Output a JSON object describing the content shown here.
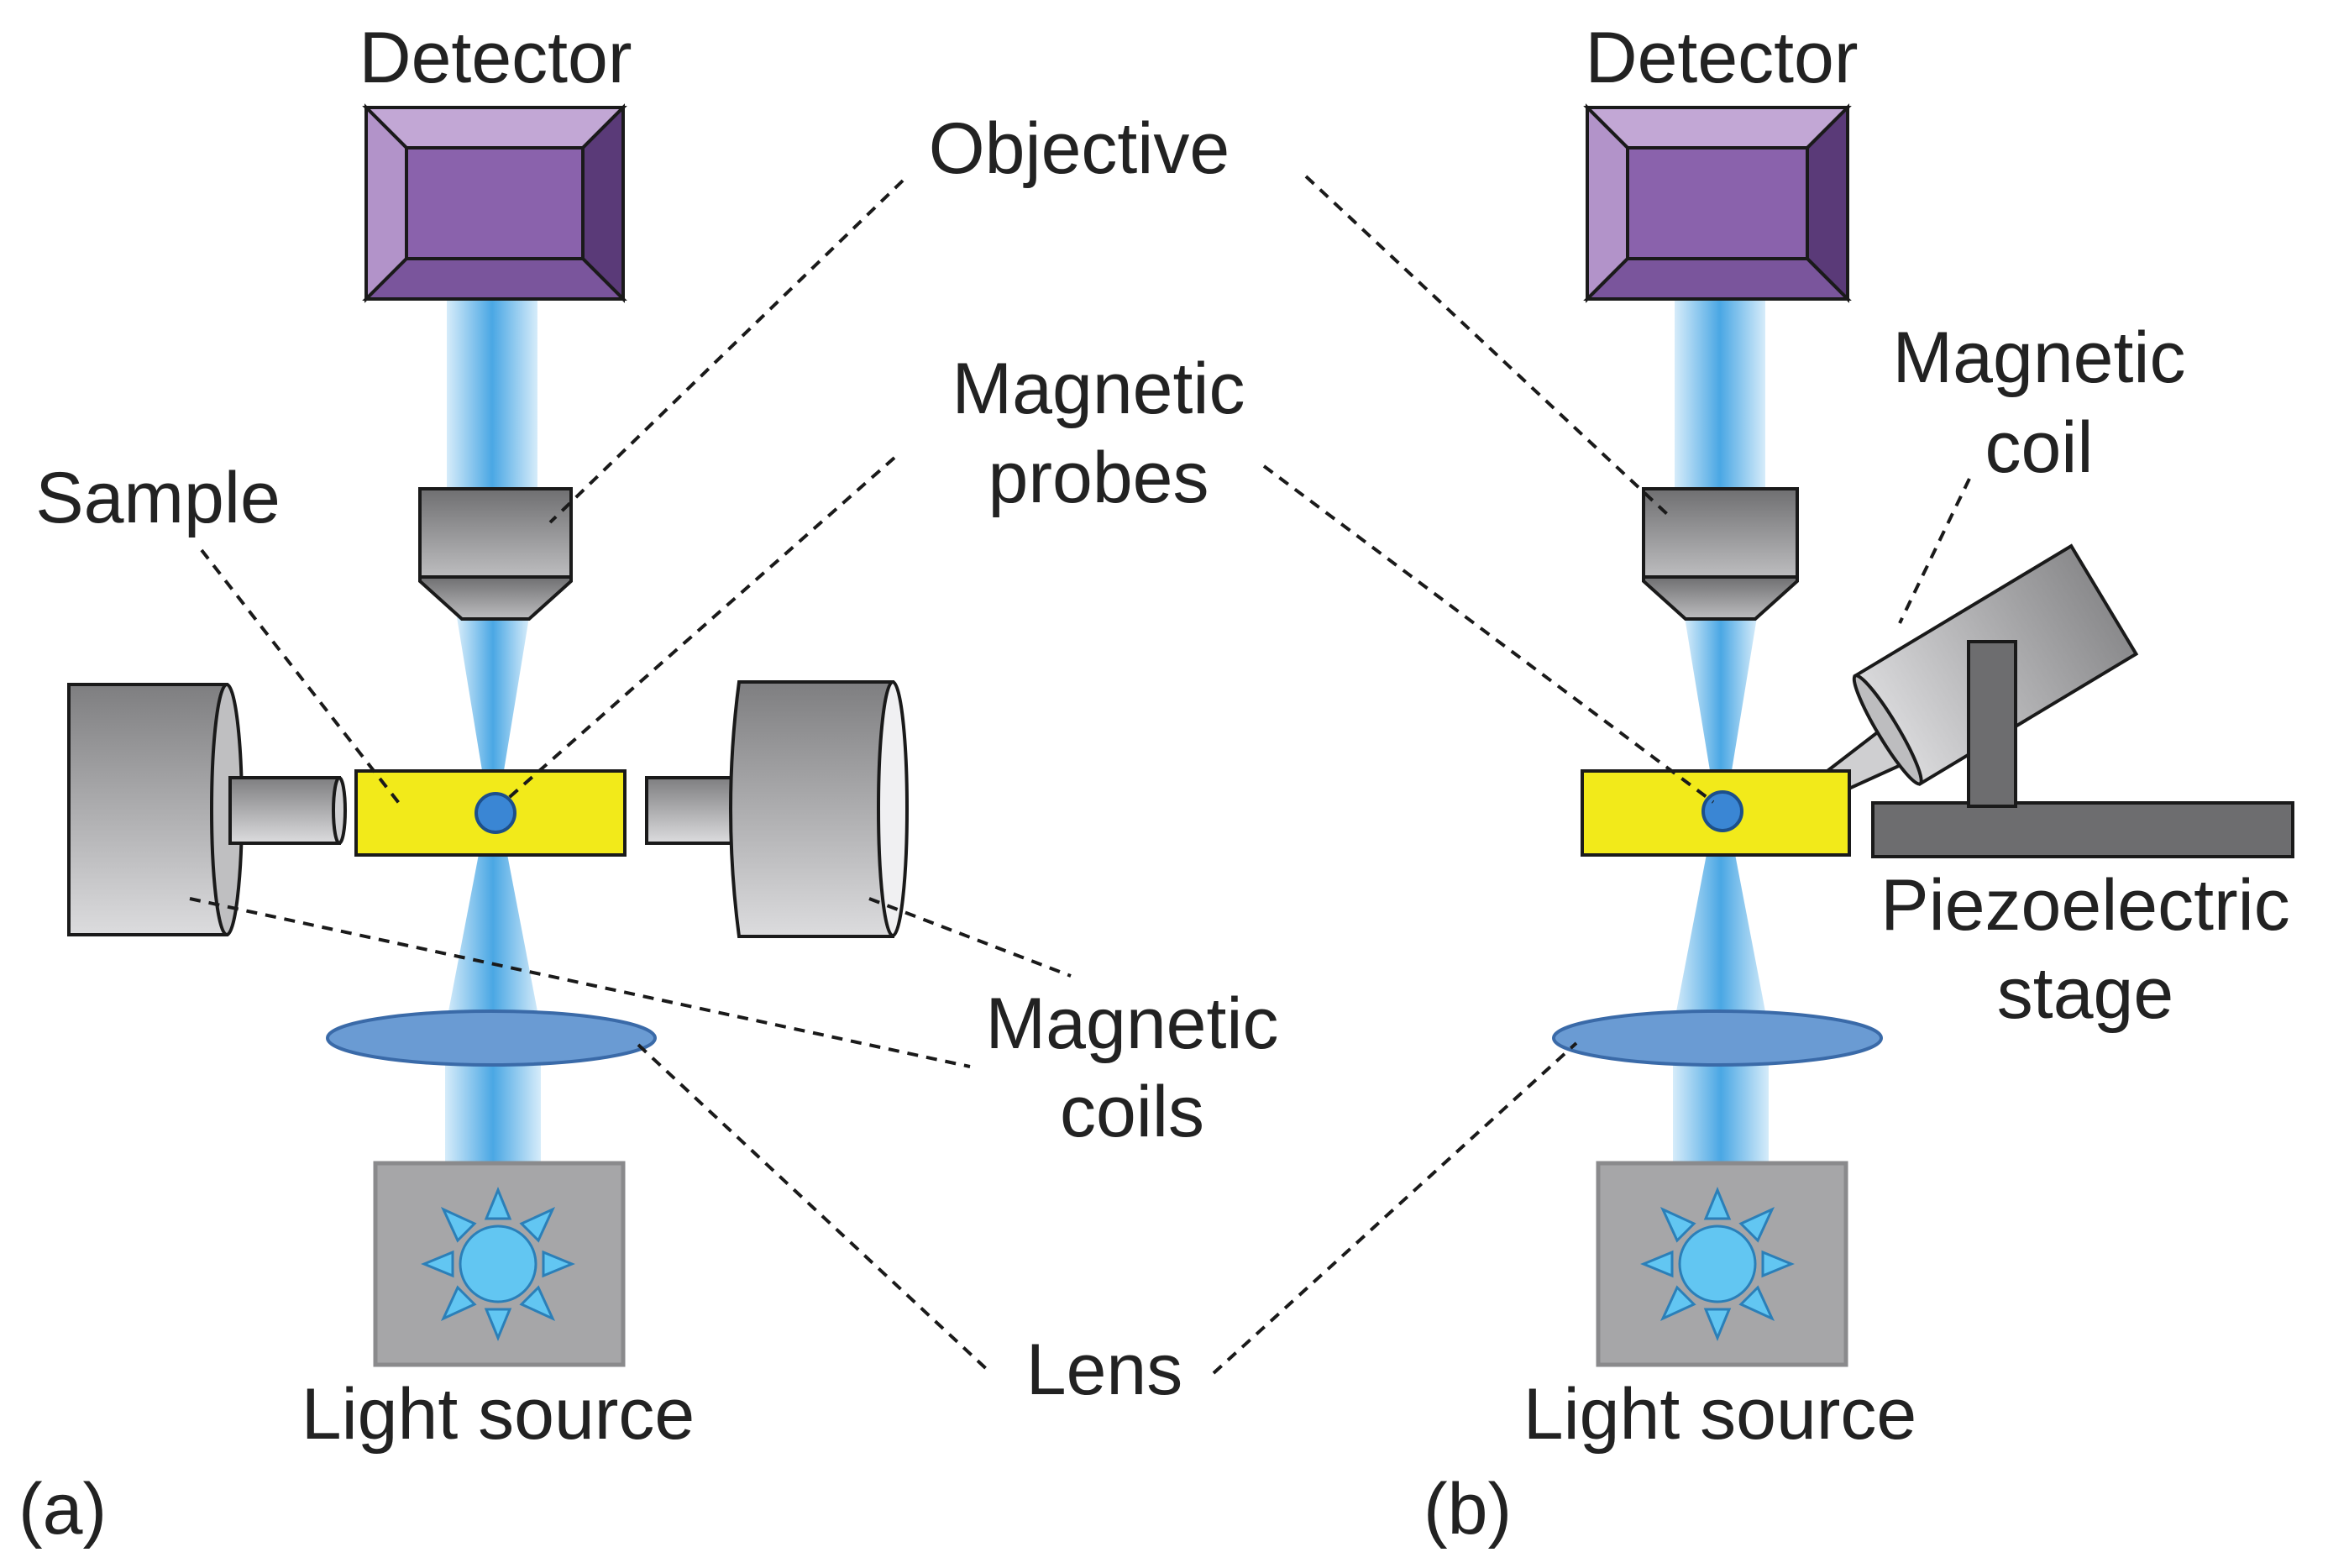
{
  "labels": {
    "detector_a": "Detector",
    "detector_b": "Detector",
    "objective": "Objective",
    "magnetic_probes_line1": "Magnetic",
    "magnetic_probes_line2": "probes",
    "sample": "Sample",
    "magnetic_coil_line1": "Magnetic",
    "magnetic_coil_line2": "coil",
    "piezoelectric_line1": "Piezoelectric",
    "piezoelectric_line2": "stage",
    "magnetic_coils_line1": "Magnetic",
    "magnetic_coils_line2": "coils",
    "lens": "Lens",
    "light_source_a": "Light source",
    "light_source_b": "Light source",
    "panel_a": "(a)",
    "panel_b": "(b)"
  },
  "colors": {
    "detector": "#8a62ac",
    "detector_light": "#b89ccb",
    "detector_dark": "#5a3a78",
    "beam": "#5fb2e6",
    "sample": "#f2ea1a",
    "probe": "#3a86d4",
    "lens": "#6a9bd3",
    "light_box": "#a6a6a8",
    "sun": "#62c6f2",
    "stage": "#6d6d6f"
  }
}
